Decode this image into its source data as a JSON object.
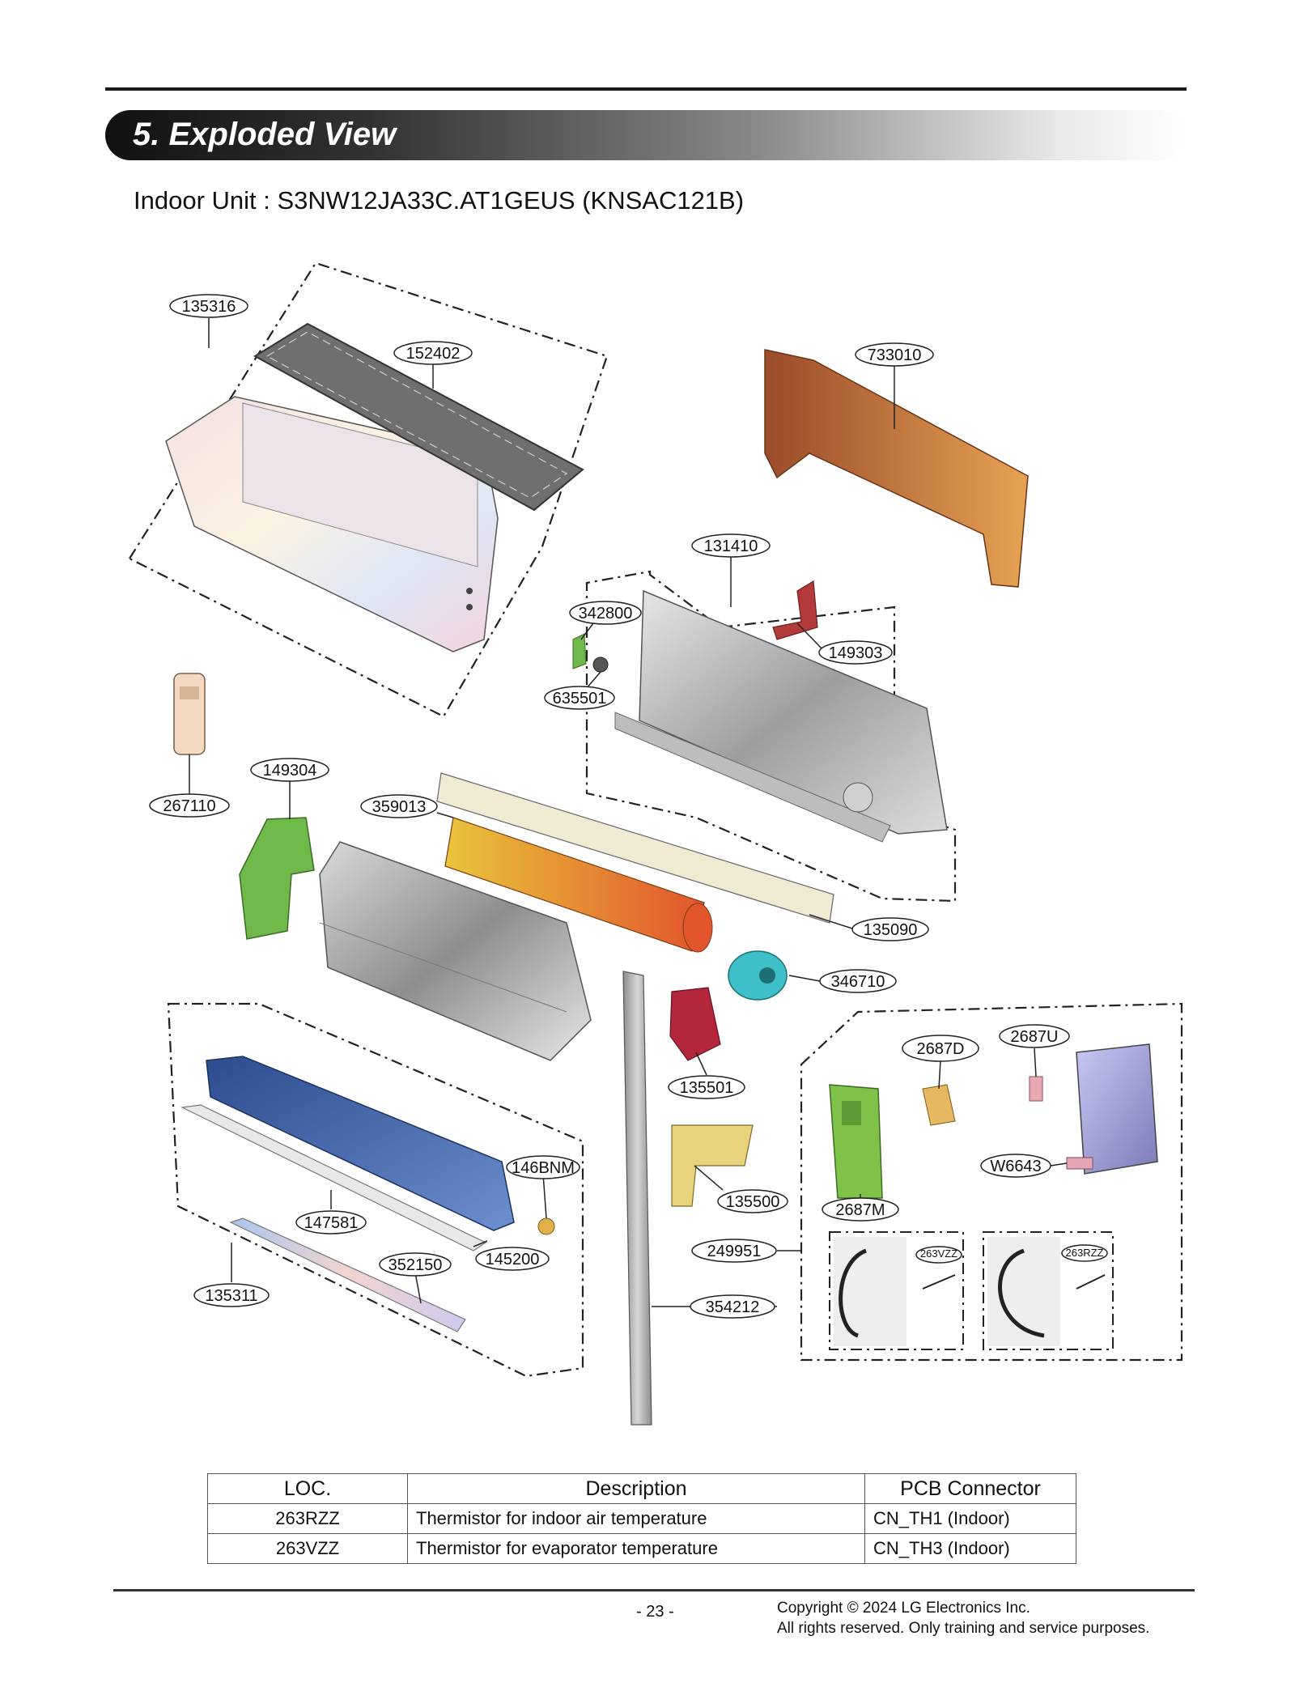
{
  "section_title": "5. Exploded View",
  "subtitle": "Indoor Unit : S3NW12JA33C.AT1GEUS (KNSAC121B)",
  "callouts": {
    "c135316": "135316",
    "c152402": "152402",
    "c733010": "733010",
    "c131410": "131410",
    "c342800": "342800",
    "c149303": "149303",
    "c635501": "635501",
    "c267110": "267110",
    "c149304": "149304",
    "c359013": "359013",
    "c135090": "135090",
    "c346710": "346710",
    "c135501": "135501",
    "c2687D": "2687D",
    "c2687U": "2687U",
    "cW6643": "W6643",
    "c2687M": "2687M",
    "c146BNM": "146BNM",
    "c135500": "135500",
    "c147581": "147581",
    "c145200": "145200",
    "c352150": "352150",
    "c249951": "249951",
    "c135311": "135311",
    "c354212": "354212",
    "c263VZZ": "263VZZ",
    "c263RZZ": "263RZZ"
  },
  "table": {
    "headers": [
      "LOC.",
      "Description",
      "PCB Connector"
    ],
    "rows": [
      {
        "loc": "263RZZ",
        "description": "Thermistor for indoor air temperature",
        "connector": "CN_TH1 (Indoor)"
      },
      {
        "loc": "263VZZ",
        "description": "Thermistor for evaporator temperature",
        "connector": "CN_TH3 (Indoor)"
      }
    ]
  },
  "footer": {
    "page": "- 23 -",
    "copyright_line1": "Copyright © 2024  LG Electronics Inc.",
    "copyright_line2": "All rights reserved. Only training and service purposes."
  },
  "colors": {
    "chassis": "#c9c9c9",
    "fan": "#e68a2e",
    "motor": "#3fbfc8",
    "evaporator": "#b0b0b0",
    "pcb": "#7fc24a",
    "base_plate": "#c9742f",
    "drain": "#4a6bb0"
  }
}
